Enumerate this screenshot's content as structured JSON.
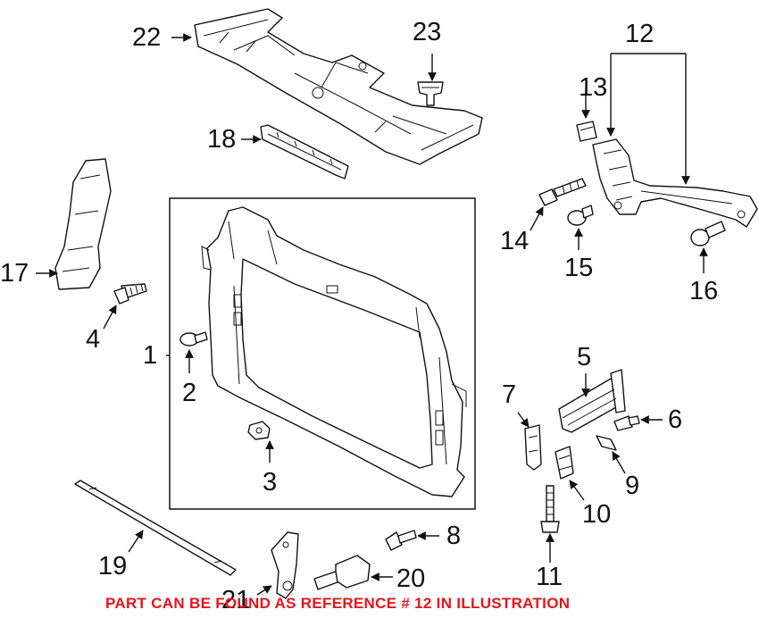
{
  "diagram": {
    "callouts": [
      {
        "id": "c1",
        "label": "1"
      },
      {
        "id": "c2",
        "label": "2"
      },
      {
        "id": "c3",
        "label": "3"
      },
      {
        "id": "c4",
        "label": "4"
      },
      {
        "id": "c5",
        "label": "5"
      },
      {
        "id": "c6",
        "label": "6"
      },
      {
        "id": "c7",
        "label": "7"
      },
      {
        "id": "c8",
        "label": "8"
      },
      {
        "id": "c9",
        "label": "9"
      },
      {
        "id": "c10",
        "label": "10"
      },
      {
        "id": "c11",
        "label": "11"
      },
      {
        "id": "c12",
        "label": "12"
      },
      {
        "id": "c13",
        "label": "13"
      },
      {
        "id": "c14",
        "label": "14"
      },
      {
        "id": "c15",
        "label": "15"
      },
      {
        "id": "c16",
        "label": "16"
      },
      {
        "id": "c17",
        "label": "17"
      },
      {
        "id": "c18",
        "label": "18"
      },
      {
        "id": "c19",
        "label": "19"
      },
      {
        "id": "c20",
        "label": "20"
      },
      {
        "id": "c21",
        "label": "21"
      },
      {
        "id": "c22",
        "label": "22"
      },
      {
        "id": "c23",
        "label": "23"
      }
    ],
    "footnote": {
      "text": "PART CAN BE FOUND AS REFERENCE # 12 IN ILLUSTRATION",
      "color": "#e8141c"
    }
  }
}
